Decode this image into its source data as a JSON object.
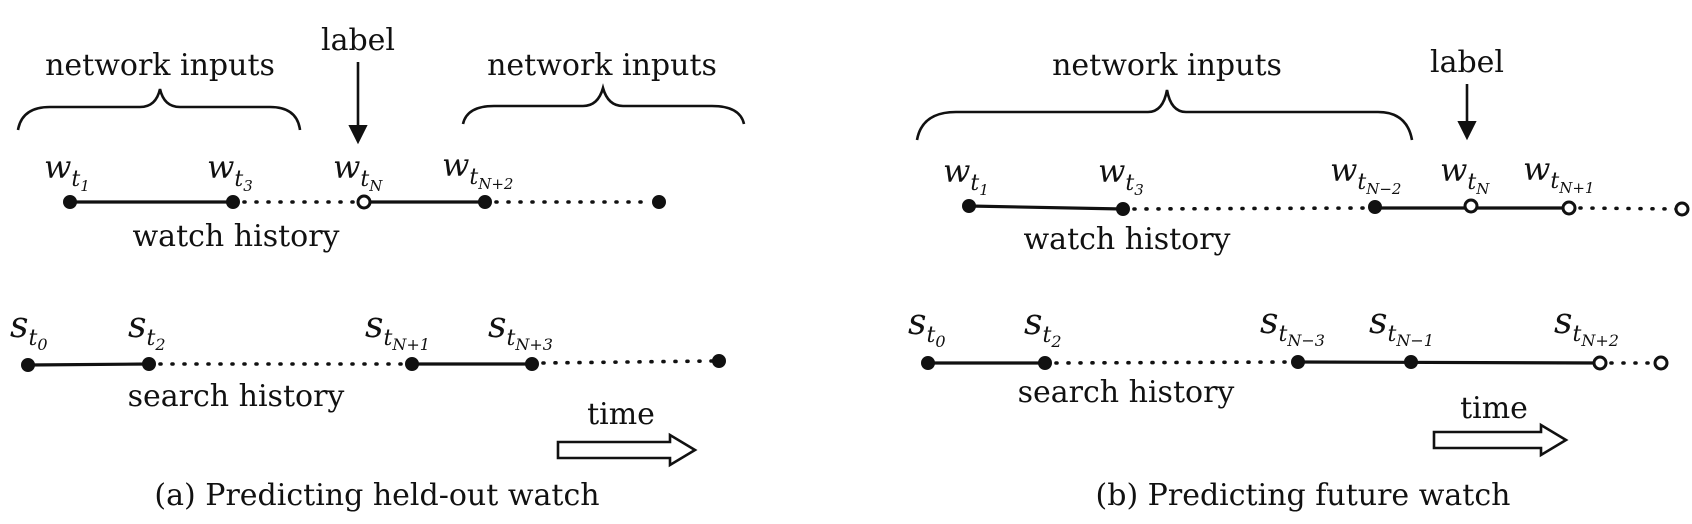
{
  "panel_a": {
    "caption": "(a) Predicting held-out watch",
    "network_inputs_left": "network inputs",
    "network_inputs_right": "network inputs",
    "label": "label",
    "watch_history": "watch history",
    "search_history": "search history",
    "time": "time",
    "watch_nodes": [
      {
        "base": "w",
        "sub": "t",
        "subsub": "1"
      },
      {
        "base": "w",
        "sub": "t",
        "subsub": "3"
      },
      {
        "base": "w",
        "sub": "t",
        "subsub": "N"
      },
      {
        "base": "w",
        "sub": "t",
        "subsub": "N+2"
      }
    ],
    "search_nodes": [
      {
        "base": "s",
        "sub": "t",
        "subsub": "0"
      },
      {
        "base": "s",
        "sub": "t",
        "subsub": "2"
      },
      {
        "base": "s",
        "sub": "t",
        "subsub": "N+1"
      },
      {
        "base": "s",
        "sub": "t",
        "subsub": "N+3"
      }
    ]
  },
  "panel_b": {
    "caption": "(b) Predicting future watch",
    "network_inputs": "network inputs",
    "label": "label",
    "watch_history": "watch history",
    "search_history": "search history",
    "time": "time",
    "watch_nodes": [
      {
        "base": "w",
        "sub": "t",
        "subsub": "1"
      },
      {
        "base": "w",
        "sub": "t",
        "subsub": "3"
      },
      {
        "base": "w",
        "sub": "t",
        "subsub": "N−2"
      },
      {
        "base": "w",
        "sub": "t",
        "subsub": "N"
      },
      {
        "base": "w",
        "sub": "t",
        "subsub": "N+1"
      }
    ],
    "search_nodes": [
      {
        "base": "s",
        "sub": "t",
        "subsub": "0"
      },
      {
        "base": "s",
        "sub": "t",
        "subsub": "2"
      },
      {
        "base": "s",
        "sub": "t",
        "subsub": "N−3"
      },
      {
        "base": "s",
        "sub": "t",
        "subsub": "N−1"
      },
      {
        "base": "s",
        "sub": "t",
        "subsub": "N+2"
      }
    ]
  }
}
